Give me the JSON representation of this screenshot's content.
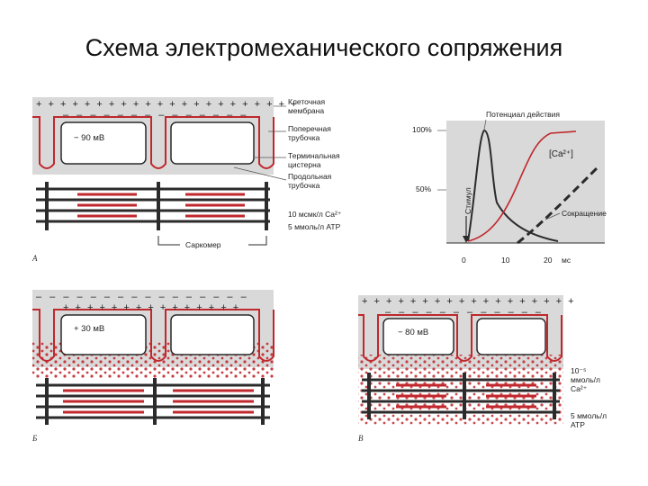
{
  "slide": {
    "title": "Схема электромеханического сопряжения"
  },
  "panels": {
    "a": {
      "letter": "А",
      "potential": "− 90 мВ",
      "labels": {
        "membrane": [
          "Клеточная",
          "мембрана"
        ],
        "ttubule": [
          "Поперечная",
          "трубочка"
        ],
        "cistern": [
          "Терминальная",
          "цистерна"
        ],
        "longitudinal": [
          "Продольная",
          "трубочка"
        ],
        "ca": "10 мсмк/л Ca²⁺",
        "atp": "5 ммоль/л ATP",
        "sarcomere": "Саркомер"
      }
    },
    "b": {
      "letter": "Б",
      "potential": "+ 30 мВ"
    },
    "c": {
      "letter": "В",
      "potential": "− 80 мВ",
      "labels": {
        "ca": [
          "10⁻⁵",
          "ммоль/л",
          "Ca²⁺"
        ],
        "atp": [
          "5 ммоль/л",
          "ATP"
        ]
      }
    }
  },
  "graph": {
    "labels": {
      "action_potential": "Потенциал действия",
      "ca": "[Ca²⁺]",
      "contraction": "Сокращение",
      "stimulus": "Стимул",
      "y100": "100%",
      "y50": "50%",
      "x_unit": "мс"
    },
    "x_ticks": [
      "0",
      "10",
      "20"
    ]
  },
  "colors": {
    "red": "#c0282d",
    "dark": "#2b2b2b",
    "bg": "#d9d9d9"
  }
}
